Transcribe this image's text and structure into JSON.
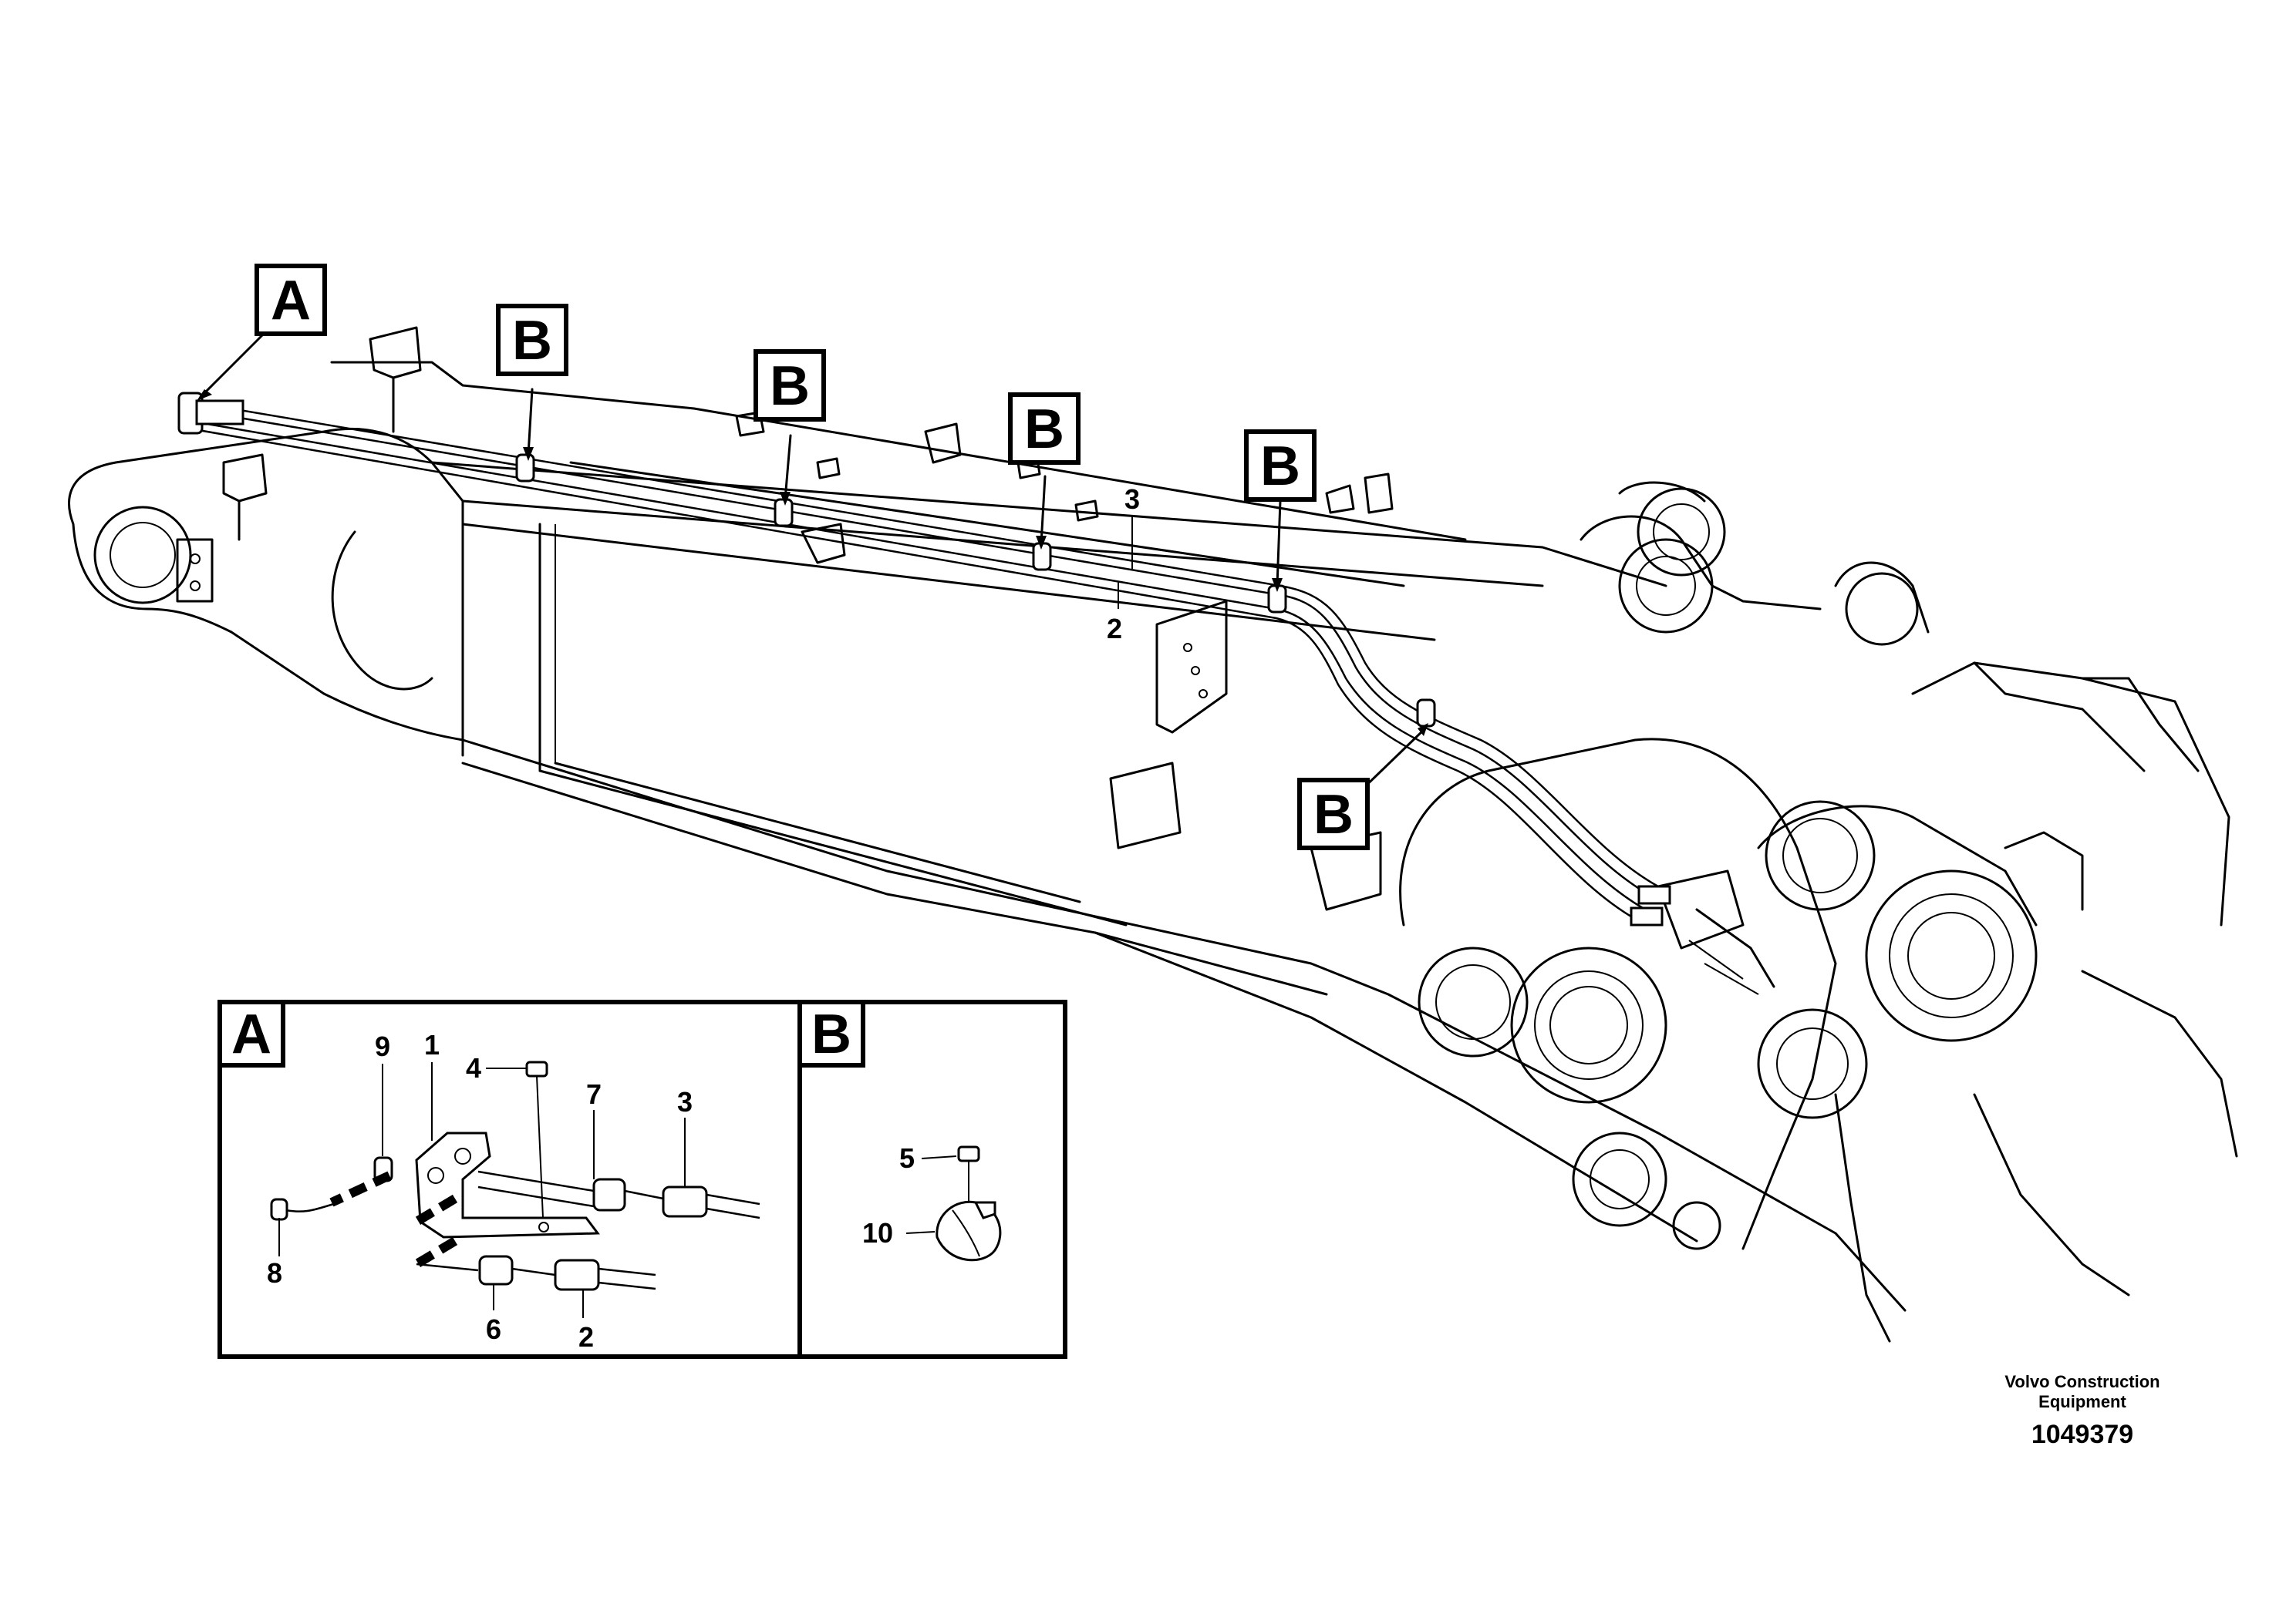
{
  "callouts": {
    "a": "A",
    "b": "B"
  },
  "item_numbers": {
    "n1": "1",
    "n2": "2",
    "n3": "3",
    "n4": "4",
    "n5": "5",
    "n6": "6",
    "n7": "7",
    "n8": "8",
    "n9": "9",
    "n10": "10"
  },
  "detail_panels": {
    "a_label": "A",
    "b_label": "B"
  },
  "footer": {
    "company_line1": "Volvo Construction",
    "company_line2": "Equipment",
    "image_number": "1049379"
  }
}
